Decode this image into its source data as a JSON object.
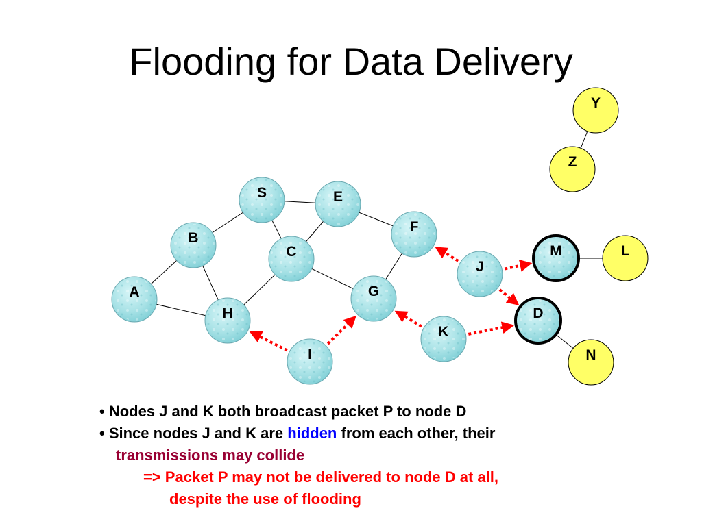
{
  "title": "Flooding for Data Delivery",
  "colors": {
    "node_fill": "#a8e2e6",
    "highlight_fill": "#ffff66",
    "arrow": "#ff0000",
    "hidden": "#0000ff",
    "collide": "#990033",
    "conclusion": "#ff0000"
  },
  "nodes": [
    {
      "id": "S",
      "label": "S",
      "kind": "normal"
    },
    {
      "id": "E",
      "label": "E",
      "kind": "normal"
    },
    {
      "id": "F",
      "label": "F",
      "kind": "normal"
    },
    {
      "id": "B",
      "label": "B",
      "kind": "normal"
    },
    {
      "id": "C",
      "label": "C",
      "kind": "normal"
    },
    {
      "id": "A",
      "label": "A",
      "kind": "normal"
    },
    {
      "id": "H",
      "label": "H",
      "kind": "normal"
    },
    {
      "id": "G",
      "label": "G",
      "kind": "normal"
    },
    {
      "id": "I",
      "label": "I",
      "kind": "normal"
    },
    {
      "id": "J",
      "label": "J",
      "kind": "normal"
    },
    {
      "id": "K",
      "label": "K",
      "kind": "normal"
    },
    {
      "id": "M",
      "label": "M",
      "kind": "bold"
    },
    {
      "id": "D",
      "label": "D",
      "kind": "bold"
    },
    {
      "id": "L",
      "label": "L",
      "kind": "yellow"
    },
    {
      "id": "N",
      "label": "N",
      "kind": "yellow"
    },
    {
      "id": "Y",
      "label": "Y",
      "kind": "yellow"
    },
    {
      "id": "Z",
      "label": "Z",
      "kind": "yellow"
    }
  ],
  "edges": [
    [
      "S",
      "E"
    ],
    [
      "S",
      "B"
    ],
    [
      "S",
      "C"
    ],
    [
      "E",
      "C"
    ],
    [
      "E",
      "F"
    ],
    [
      "B",
      "A"
    ],
    [
      "B",
      "H"
    ],
    [
      "A",
      "H"
    ],
    [
      "C",
      "H"
    ],
    [
      "C",
      "G"
    ],
    [
      "F",
      "G"
    ],
    [
      "Y",
      "Z"
    ],
    [
      "M",
      "L"
    ],
    [
      "D",
      "N"
    ]
  ],
  "transmissions": [
    [
      "J",
      "F"
    ],
    [
      "J",
      "M"
    ],
    [
      "J",
      "D"
    ],
    [
      "I",
      "H"
    ],
    [
      "I",
      "G"
    ],
    [
      "K",
      "G"
    ],
    [
      "K",
      "D"
    ]
  ],
  "notes": {
    "bullet": "•",
    "line1": "Nodes J and K both broadcast packet P to node D",
    "line2_pre": "Since nodes J and K are ",
    "line2_hidden": "hidden",
    "line2_post": " from each other, their",
    "line3": "transmissions may collide",
    "line4": "=> Packet P may not be delivered to node D at all,",
    "line5": "despite the use of flooding"
  }
}
